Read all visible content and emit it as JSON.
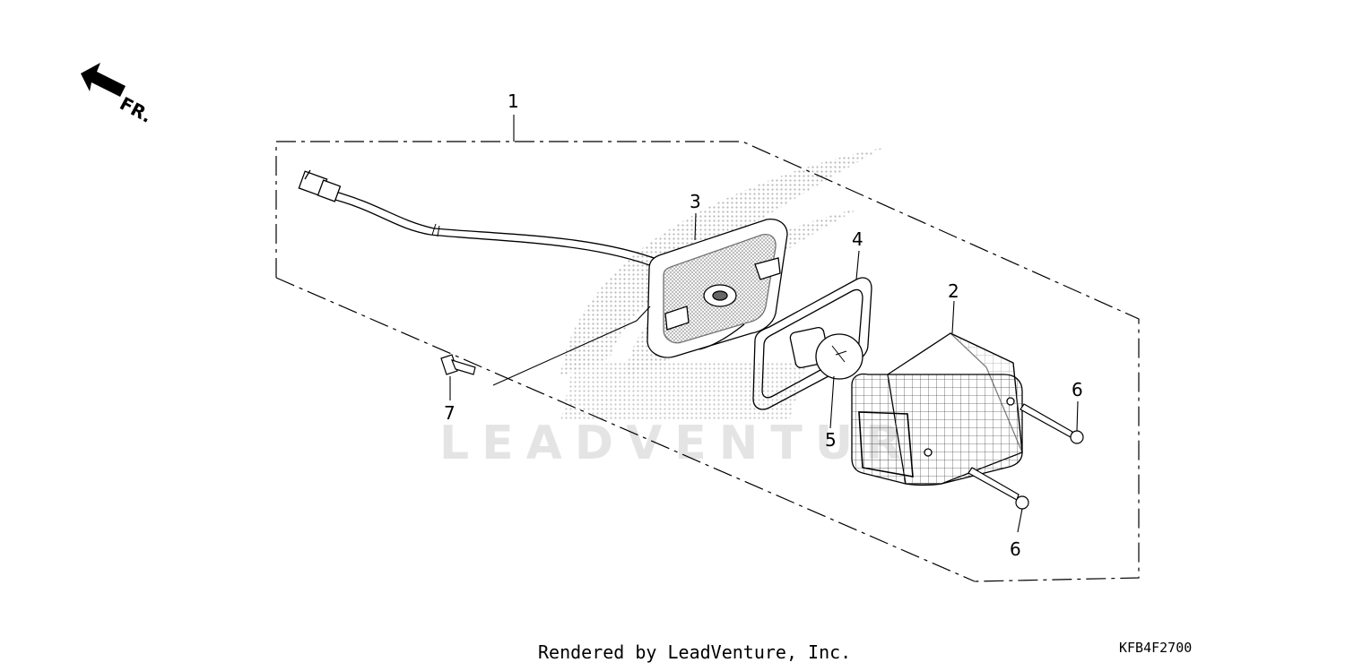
{
  "diagram": {
    "direction_label": "FR.",
    "watermark": "LEADVENTURE",
    "callouts": [
      {
        "id": "1",
        "text": "1"
      },
      {
        "id": "2",
        "text": "2"
      },
      {
        "id": "3",
        "text": "3"
      },
      {
        "id": "4",
        "text": "4"
      },
      {
        "id": "5",
        "text": "5"
      },
      {
        "id": "6a",
        "text": "6"
      },
      {
        "id": "6b",
        "text": "6"
      },
      {
        "id": "7",
        "text": "7"
      }
    ]
  },
  "footer": {
    "credit": "Rendered by LeadVenture, Inc.",
    "diagram_code": "KFB4F2700"
  }
}
